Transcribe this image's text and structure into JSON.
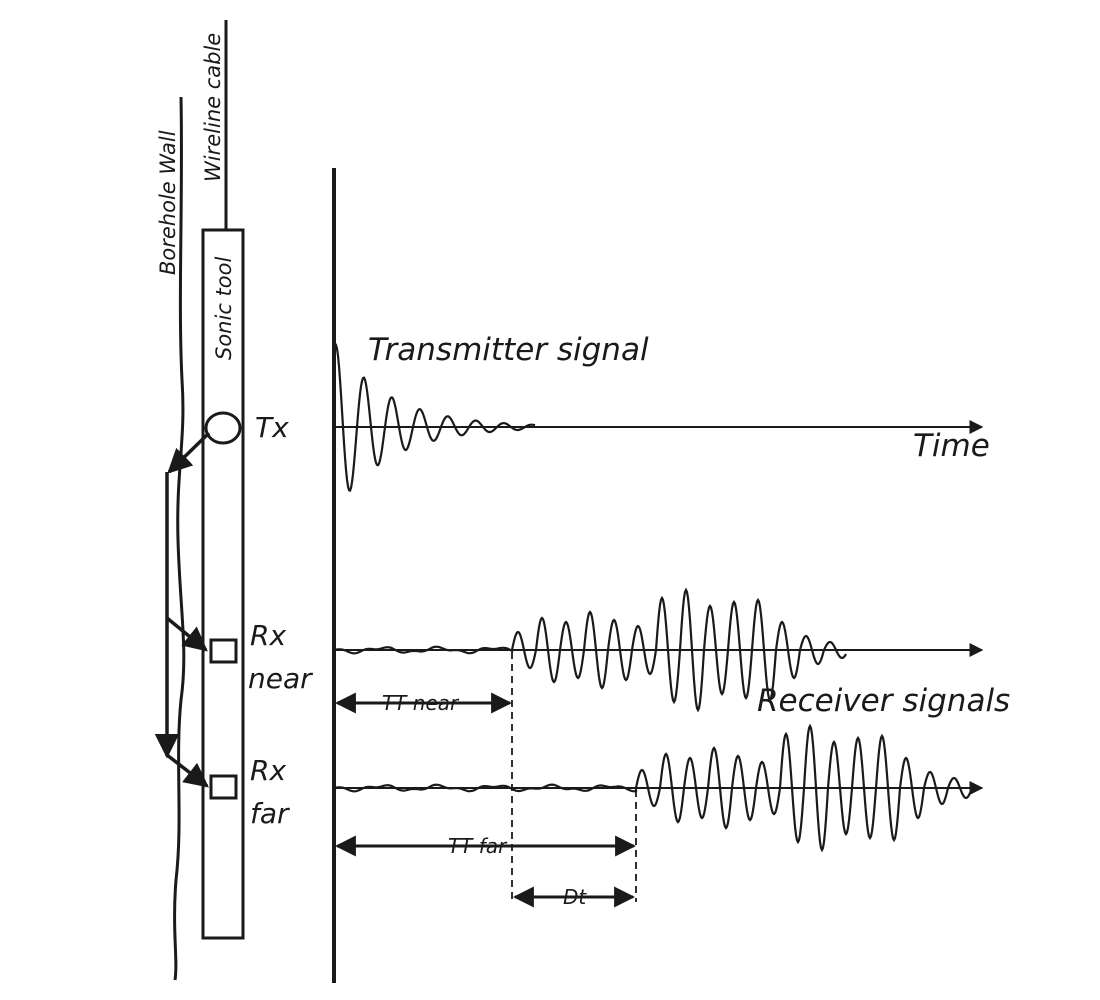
{
  "labels": {
    "borehole_wall": "Borehole Wall",
    "wireline_cable": "Wireline cable",
    "sonic_tool": "Sonic tool",
    "tx": "Tx",
    "rx": "Rx",
    "near": "near",
    "far": "far",
    "transmitter_signal": "Transmitter signal",
    "time": "Time",
    "receiver_signals": "Receiver signals",
    "tt_near": "TT near",
    "tt_far": "TT far",
    "dt": "Dt"
  },
  "colors": {
    "ink": "#1a1a1a",
    "background": "#ffffff"
  }
}
